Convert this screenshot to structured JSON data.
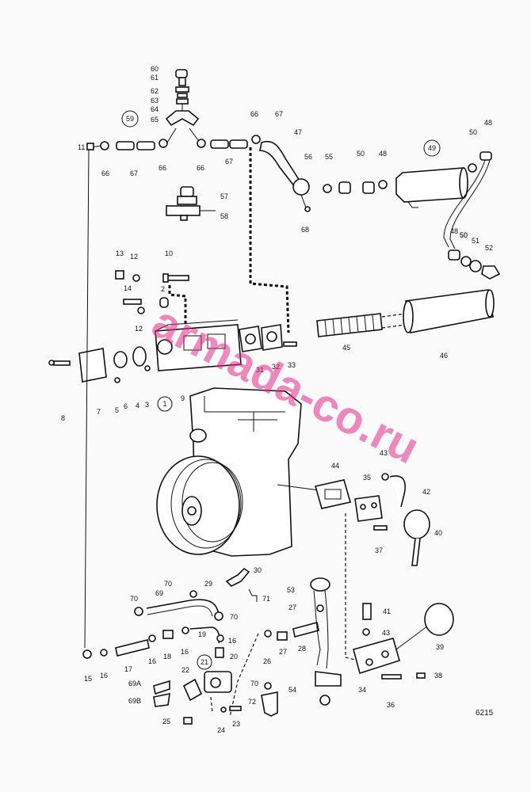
{
  "diagram": {
    "drawing_code": "6215",
    "watermark": "armada-co.ru",
    "circled_refs": [
      "59",
      "49",
      "1",
      "21"
    ],
    "part_labels": [
      "60",
      "61",
      "62",
      "63",
      "64",
      "65",
      "66",
      "67",
      "47",
      "56",
      "55",
      "50",
      "48",
      "50",
      "48",
      "50",
      "11",
      "66",
      "67",
      "66",
      "66",
      "67",
      "57",
      "58",
      "68",
      "13",
      "12",
      "10",
      "2",
      "14",
      "12",
      "48",
      "50",
      "51",
      "52",
      "8",
      "7",
      "5",
      "6",
      "4",
      "3",
      "9",
      "31",
      "32",
      "33",
      "45",
      "46",
      "44",
      "35",
      "43",
      "42",
      "40",
      "37",
      "70",
      "29",
      "30",
      "69",
      "70",
      "71",
      "53",
      "27",
      "41",
      "15",
      "16",
      "17",
      "16",
      "18",
      "16",
      "19",
      "16",
      "20",
      "26",
      "27",
      "28",
      "43",
      "39",
      "38",
      "69A",
      "22",
      "69B",
      "25",
      "24",
      "23",
      "72",
      "54",
      "34",
      "36"
    ]
  }
}
